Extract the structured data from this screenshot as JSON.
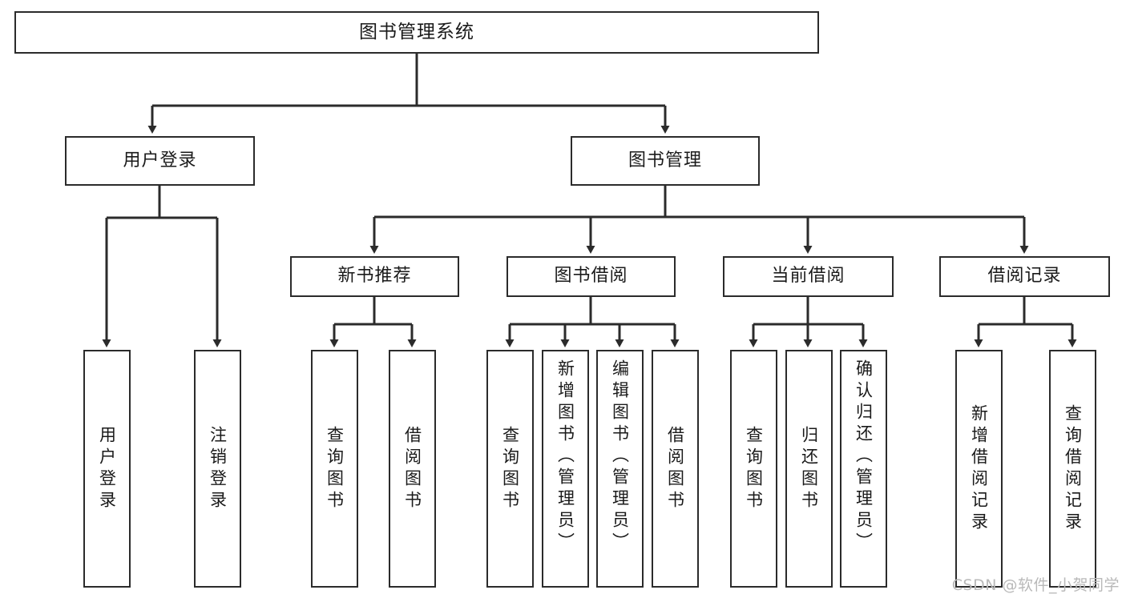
{
  "diagram": {
    "title": "图书管理系统",
    "type": "tree-hierarchy",
    "watermark": "CSDN @软件_小贺同学",
    "colors": {
      "stroke": "#2b2b2b",
      "fill": "#ffffff",
      "text": "#1a1a1a",
      "watermark": "#b9b9b9"
    },
    "root": {
      "label": "图书管理系统"
    },
    "level2": [
      {
        "id": "user-login",
        "label": "用户登录"
      },
      {
        "id": "book-manage",
        "label": "图书管理"
      }
    ],
    "level3": [
      {
        "id": "new-book-recommend",
        "label": "新书推荐"
      },
      {
        "id": "book-borrow",
        "label": "图书借阅"
      },
      {
        "id": "current-borrow",
        "label": "当前借阅"
      },
      {
        "id": "borrow-record",
        "label": "借阅记录"
      }
    ],
    "leaves": {
      "user_login": [
        {
          "id": "leaf-user-login",
          "label": "用户登录"
        },
        {
          "id": "leaf-logout-login",
          "label": "注销登录"
        }
      ],
      "new_book_recommend": [
        {
          "id": "leaf-query-book-1",
          "label": "查询图书"
        },
        {
          "id": "leaf-borrow-book-1",
          "label": "借阅图书"
        }
      ],
      "book_borrow": [
        {
          "id": "leaf-query-book-2",
          "label": "查询图书"
        },
        {
          "id": "leaf-add-book",
          "label": "新增图书（管理员）"
        },
        {
          "id": "leaf-edit-book",
          "label": "编辑图书（管理员）"
        },
        {
          "id": "leaf-borrow-book-2",
          "label": "借阅图书"
        }
      ],
      "current_borrow": [
        {
          "id": "leaf-query-book-3",
          "label": "查询图书"
        },
        {
          "id": "leaf-return-book",
          "label": "归还图书"
        },
        {
          "id": "leaf-confirm-return",
          "label": "确认归还（管理员）"
        }
      ],
      "borrow_record": [
        {
          "id": "leaf-add-record",
          "label": "新增借阅记录"
        },
        {
          "id": "leaf-query-record",
          "label": "查询借阅记录"
        }
      ]
    }
  }
}
